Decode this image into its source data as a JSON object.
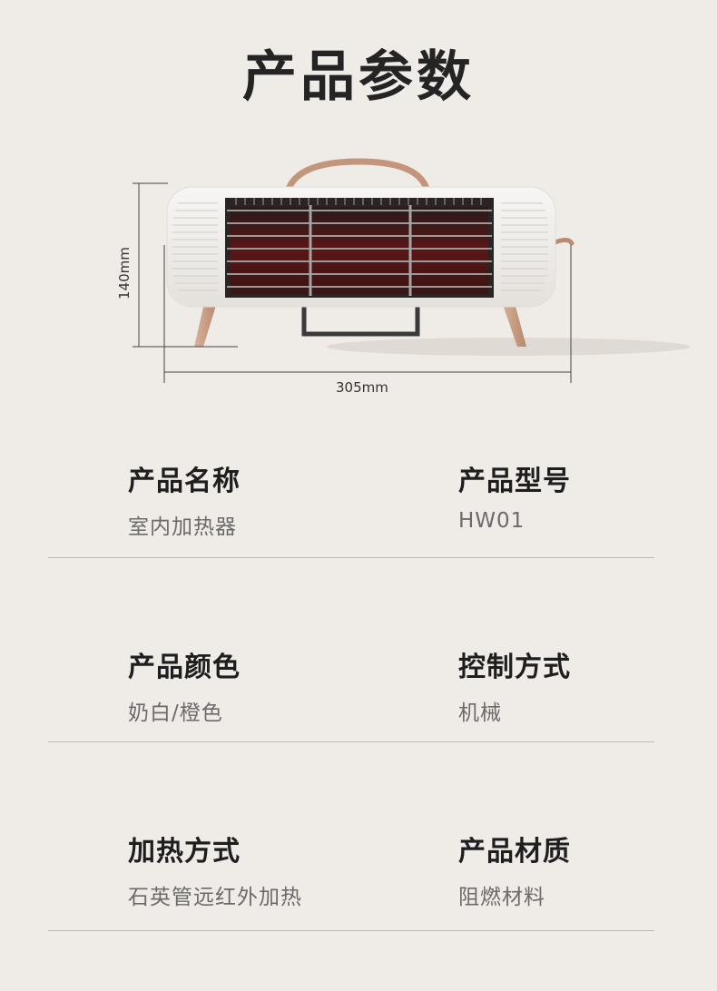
{
  "page": {
    "title": "产品参数"
  },
  "product_image": {
    "height_label": "140mm",
    "width_label": "305mm"
  },
  "specs": [
    {
      "label": "产品名称",
      "value": "室内加热器"
    },
    {
      "label": "产品型号",
      "value": "HW01"
    },
    {
      "label": "产品颜色",
      "value": "奶白/橙色"
    },
    {
      "label": "控制方式",
      "value": "机械"
    },
    {
      "label": "加热方式",
      "value": "石英管远红外加热"
    },
    {
      "label": "产品材质",
      "value": "阻燃材料"
    }
  ],
  "colors": {
    "background": "#efebe6",
    "heater_body": "#f4f2ef",
    "accent_copper": "#c99a80",
    "heating_glow": "#4a1515"
  }
}
